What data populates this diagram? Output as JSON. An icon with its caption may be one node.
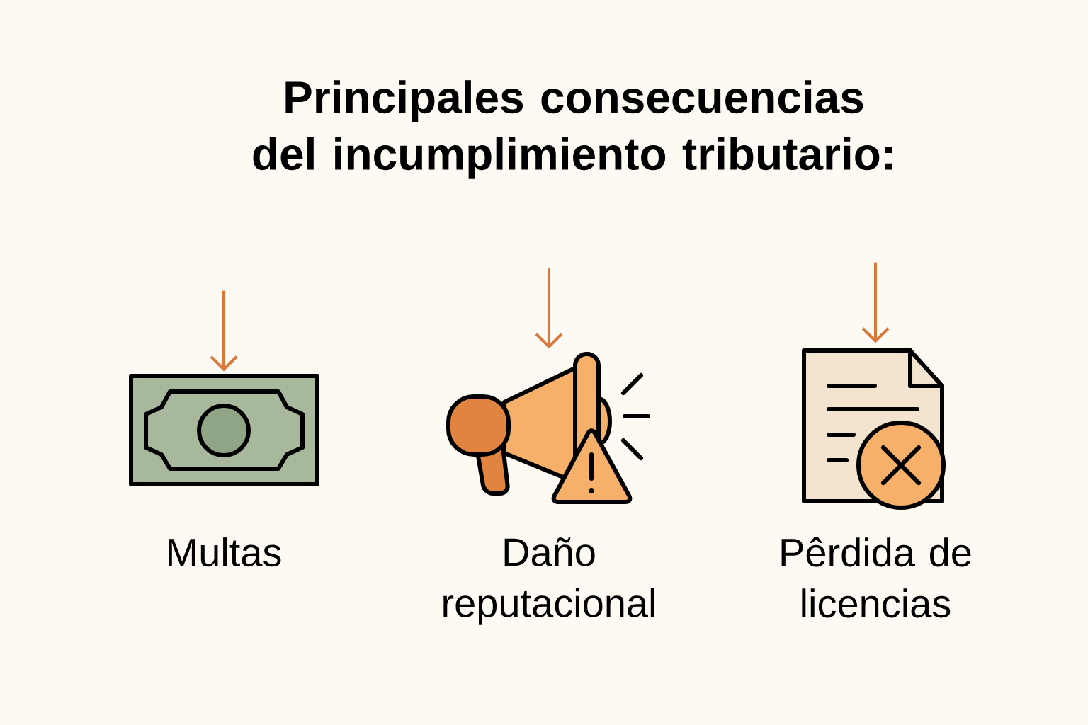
{
  "diagram": {
    "title": "Principales consecuencias del incumplimiento tributario:",
    "nodes": [
      {
        "text": [],
        "shape": "picture",
        "beside": [
          "Multas"
        ]
      },
      {
        "text": [],
        "shape": "picture",
        "beside": [
          "Daño reputacional"
        ]
      },
      {
        "text": [],
        "shape": "picture",
        "beside": [
          "Pêrdida de licencias"
        ]
      }
    ],
    "edges": [
      {
        "from": null,
        "to": 0,
        "arrow": "to"
      },
      {
        "from": null,
        "to": 1,
        "arrow": "to"
      },
      {
        "from": null,
        "to": 2,
        "arrow": "to"
      }
    ]
  }
}
